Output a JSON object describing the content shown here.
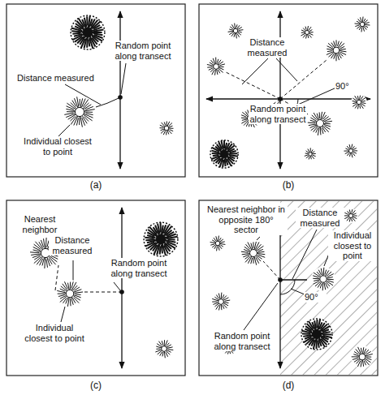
{
  "diagram": {
    "labels": [
      "Distance measured",
      "Random point along transect",
      "Individual closest to point",
      "(a)",
      "Distance measured",
      "90°",
      "Random point along transect",
      "(b)",
      "Nearest neighbor",
      "Distance measured",
      "Random point along transect",
      "Individual closest to point",
      "(c)",
      "Nearest neighbor in opposite 180° sector",
      "Distance measured",
      "Individual closest to point",
      "90°",
      "Random point along transect",
      "(d)"
    ]
  }
}
